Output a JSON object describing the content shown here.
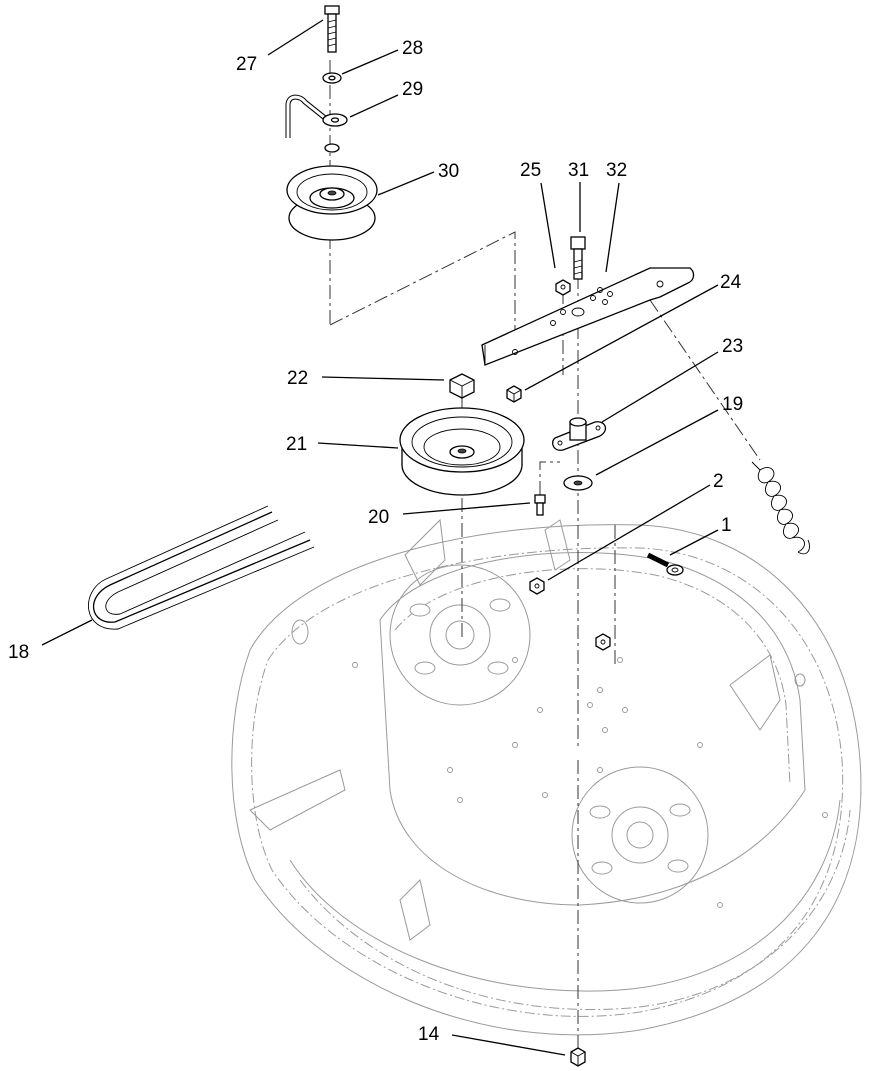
{
  "figure": {
    "callouts": [
      {
        "id": "27",
        "label": "27"
      },
      {
        "id": "28",
        "label": "28"
      },
      {
        "id": "29",
        "label": "29"
      },
      {
        "id": "30",
        "label": "30"
      },
      {
        "id": "25",
        "label": "25"
      },
      {
        "id": "31",
        "label": "31"
      },
      {
        "id": "32",
        "label": "32"
      },
      {
        "id": "24",
        "label": "24"
      },
      {
        "id": "22",
        "label": "22"
      },
      {
        "id": "23",
        "label": "23"
      },
      {
        "id": "19",
        "label": "19"
      },
      {
        "id": "21",
        "label": "21"
      },
      {
        "id": "2",
        "label": "2"
      },
      {
        "id": "1",
        "label": "1"
      },
      {
        "id": "20",
        "label": "20"
      },
      {
        "id": "18",
        "label": "18"
      },
      {
        "id": "14",
        "label": "14"
      }
    ]
  }
}
